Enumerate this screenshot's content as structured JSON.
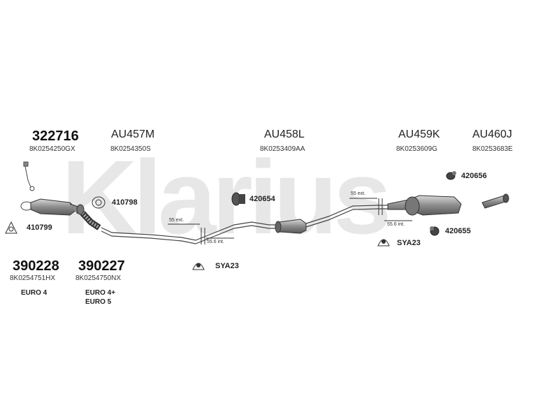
{
  "watermark": "Klarius",
  "parts": {
    "p322716": {
      "code": "322716",
      "oem": "8K0254250GX"
    },
    "au457m": {
      "code": "AU457M",
      "oem": "8K0254350S"
    },
    "au458l": {
      "code": "AU458L",
      "oem": "8K0253409AA"
    },
    "au459k": {
      "code": "AU459K",
      "oem": "8K0253609G"
    },
    "au460j": {
      "code": "AU460J",
      "oem": "8K0253683E"
    },
    "p390228": {
      "code": "390228",
      "oem": "8K0254751HX",
      "notes": [
        "EURO 4"
      ]
    },
    "p390227": {
      "code": "390227",
      "oem": "8K0254750NX",
      "notes": [
        "EURO 4+",
        "EURO 5"
      ]
    }
  },
  "fittings": {
    "f410799": "410799",
    "f410798": "410798",
    "f420654": "420654",
    "f420656": "420656",
    "f420655": "420655",
    "sya23_left": "SYA23",
    "sya23_right": "SYA23"
  },
  "dimensions": {
    "left_ext": "55 ext.",
    "left_int": "55.6 int.",
    "right_ext": "55 ext.",
    "right_int": "55.6 int."
  },
  "colors": {
    "line": "#555555",
    "part_fill": "#9a9a9a",
    "watermark": "#e7e7e7"
  }
}
